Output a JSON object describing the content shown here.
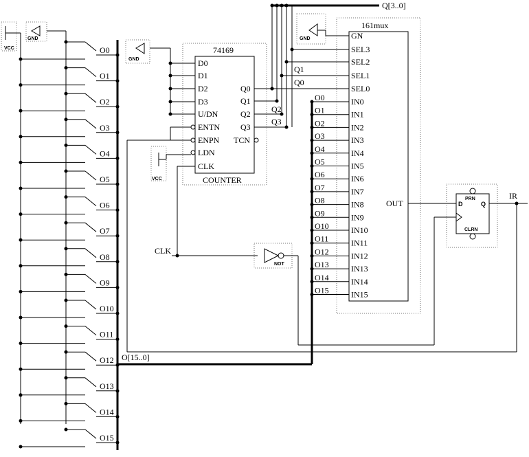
{
  "power": {
    "vcc": "VCC",
    "gnd": "GND"
  },
  "switches": [
    "O0",
    "O1",
    "O2",
    "O3",
    "O4",
    "O5",
    "O6",
    "O7",
    "O8",
    "O9",
    "O10",
    "O11",
    "O12",
    "O13",
    "O14",
    "O15"
  ],
  "o_bus_label": "O[15..0]",
  "q_bus_label": "Q[3..0]",
  "counter": {
    "part": "74169",
    "name": "COUNTER",
    "inputs": [
      "D0",
      "D1",
      "D2",
      "D3",
      "U/DN",
      "ENTN",
      "ENPN",
      "LDN",
      "CLK"
    ],
    "outputs": [
      "Q0",
      "Q1",
      "Q2",
      "Q3",
      "TCN"
    ]
  },
  "q_taps": [
    "Q2",
    "Q3",
    "Q1",
    "Q0"
  ],
  "mux": {
    "part": "161mux",
    "controls": [
      "GN",
      "SEL3",
      "SEL2",
      "SEL1",
      "SEL0"
    ],
    "inputs": [
      "IN0",
      "IN1",
      "IN2",
      "IN3",
      "IN4",
      "IN5",
      "IN6",
      "IN7",
      "IN8",
      "IN9",
      "IN10",
      "IN11",
      "IN12",
      "IN13",
      "IN14",
      "IN15"
    ],
    "output": "OUT"
  },
  "mux_taps": [
    "O0",
    "O1",
    "O2",
    "O3",
    "O4",
    "O5",
    "O6",
    "O7",
    "O8",
    "O9",
    "O10",
    "O11",
    "O12",
    "O13",
    "O14",
    "O15"
  ],
  "clk_label": "CLK",
  "not_gate": "NOT",
  "dff": {
    "d": "D",
    "q": "Q",
    "prn": "PRN",
    "clrn": "CLRN"
  },
  "ir_label": "IR"
}
